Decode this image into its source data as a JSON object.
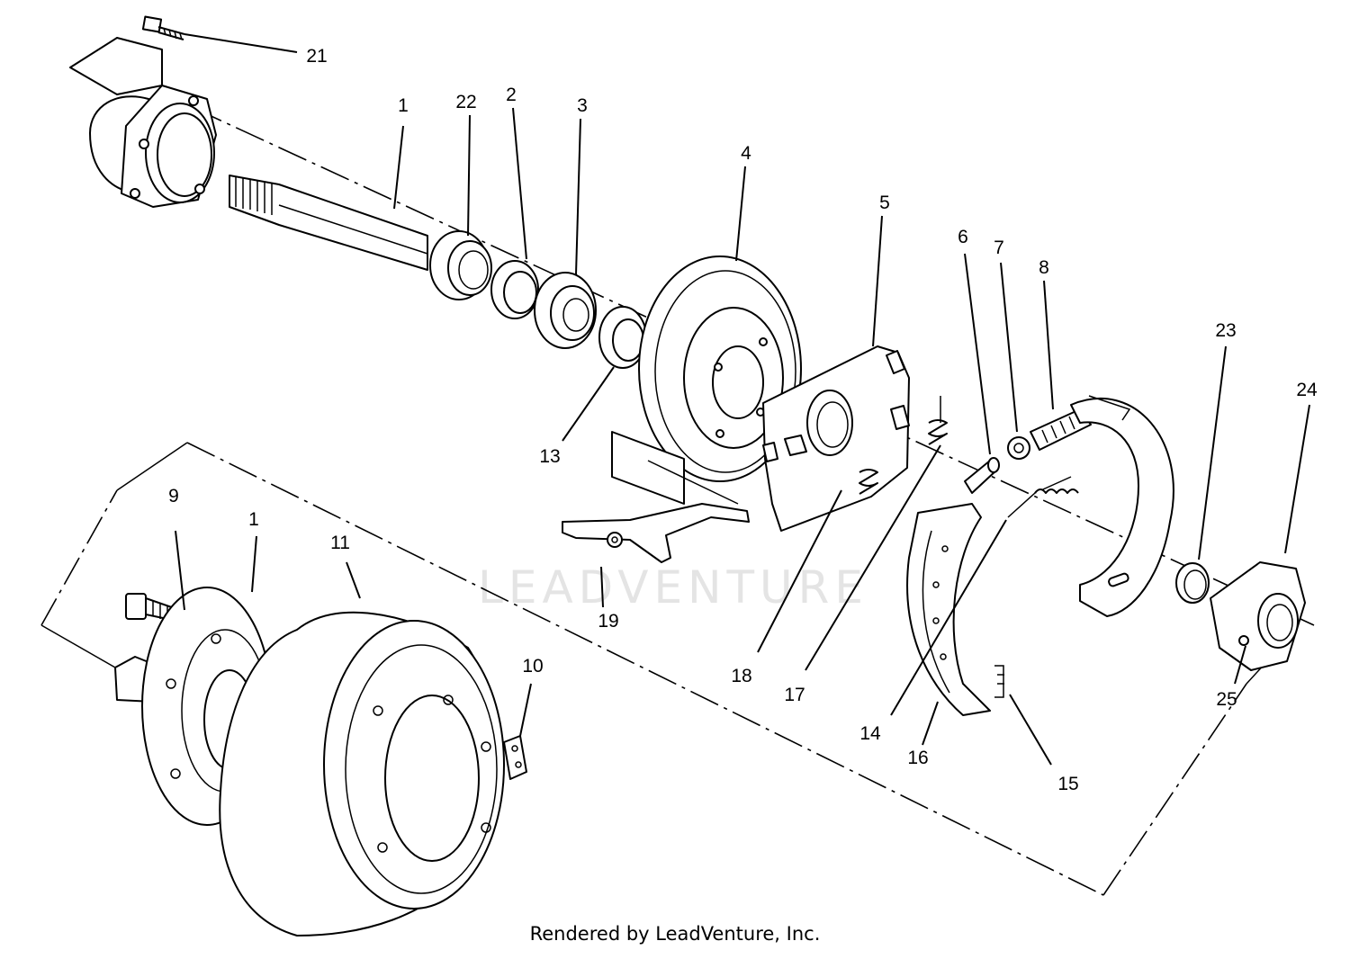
{
  "watermark": "LEADVENTURE",
  "credit": "Rendered by LeadVenture, Inc.",
  "callouts": [
    {
      "id": "c21",
      "label": "21"
    },
    {
      "id": "c1a",
      "label": "1"
    },
    {
      "id": "c22",
      "label": "22"
    },
    {
      "id": "c2",
      "label": "2"
    },
    {
      "id": "c3",
      "label": "3"
    },
    {
      "id": "c4",
      "label": "4"
    },
    {
      "id": "c5",
      "label": "5"
    },
    {
      "id": "c6",
      "label": "6"
    },
    {
      "id": "c7",
      "label": "7"
    },
    {
      "id": "c8",
      "label": "8"
    },
    {
      "id": "c23",
      "label": "23"
    },
    {
      "id": "c24",
      "label": "24"
    },
    {
      "id": "c13",
      "label": "13"
    },
    {
      "id": "c9",
      "label": "9"
    },
    {
      "id": "c1b",
      "label": "1"
    },
    {
      "id": "c11",
      "label": "11"
    },
    {
      "id": "c10",
      "label": "10"
    },
    {
      "id": "c19",
      "label": "19"
    },
    {
      "id": "c18",
      "label": "18"
    },
    {
      "id": "c17",
      "label": "17"
    },
    {
      "id": "c14",
      "label": "14"
    },
    {
      "id": "c16",
      "label": "16"
    },
    {
      "id": "c15",
      "label": "15"
    },
    {
      "id": "c25",
      "label": "25"
    }
  ]
}
